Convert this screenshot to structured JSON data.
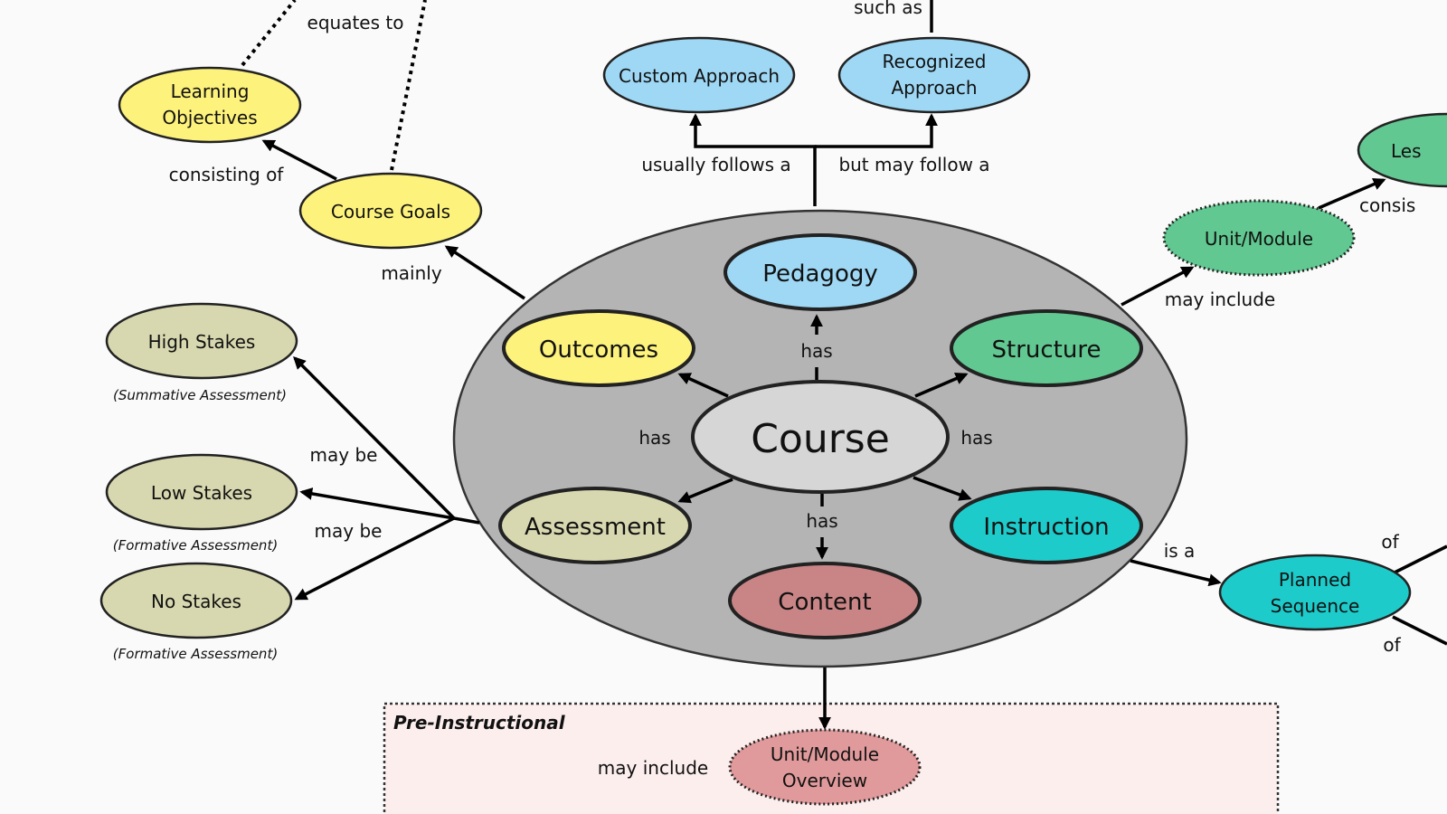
{
  "nodes": {
    "learning_objectives": [
      "Learning",
      "Objectives"
    ],
    "course_goals": "Course Goals",
    "custom_approach": "Custom Approach",
    "recognized_approach": [
      "Recognized",
      "Approach"
    ],
    "lessons_partial": "Les",
    "unit_module": "Unit/Module",
    "high_stakes": "High Stakes",
    "low_stakes": "Low Stakes",
    "no_stakes": "No Stakes",
    "pedagogy": "Pedagogy",
    "outcomes": "Outcomes",
    "structure": "Structure",
    "course": "Course",
    "assessment": "Assessment",
    "instruction": "Instruction",
    "content": "Content",
    "planned_sequence": [
      "Planned",
      "Sequence"
    ],
    "unit_module_overview": [
      "Unit/Module",
      "Overview"
    ]
  },
  "notes": {
    "high_stakes": "(Summative Assessment)",
    "low_stakes": "(Formative Assessment)",
    "no_stakes": "(Formative Assessment)"
  },
  "labels": {
    "equates_to": "equates to",
    "such_as": "such as",
    "consisting_of": "consisting of",
    "usually_follows_a": "usually follows a",
    "but_may_follow_a": "but may follow a",
    "consis_partial": "consis",
    "mainly": "mainly",
    "may_include_unit": "may include",
    "has_pedagogy": "has",
    "has_outcomes": "has",
    "has_structure": "has",
    "has_content": "has",
    "may_be_high": "may be",
    "may_be_low": "may be",
    "is_a": "is a",
    "of_top": "of",
    "of_bottom": "of",
    "may_include_overview": "may include"
  },
  "group": {
    "title": "Pre-Instructional"
  },
  "colors": {
    "yellow": "#fdf27b",
    "blue": "#9ed8f5",
    "green": "#62c891",
    "olive": "#d8d8b0",
    "teal": "#1ecbcb",
    "rose": "#c98586",
    "rose_light": "#e09a9b",
    "grey_oval": "#b4b4b4",
    "course_fill": "#d6d6d6",
    "group_bg": "#fdeeee"
  }
}
